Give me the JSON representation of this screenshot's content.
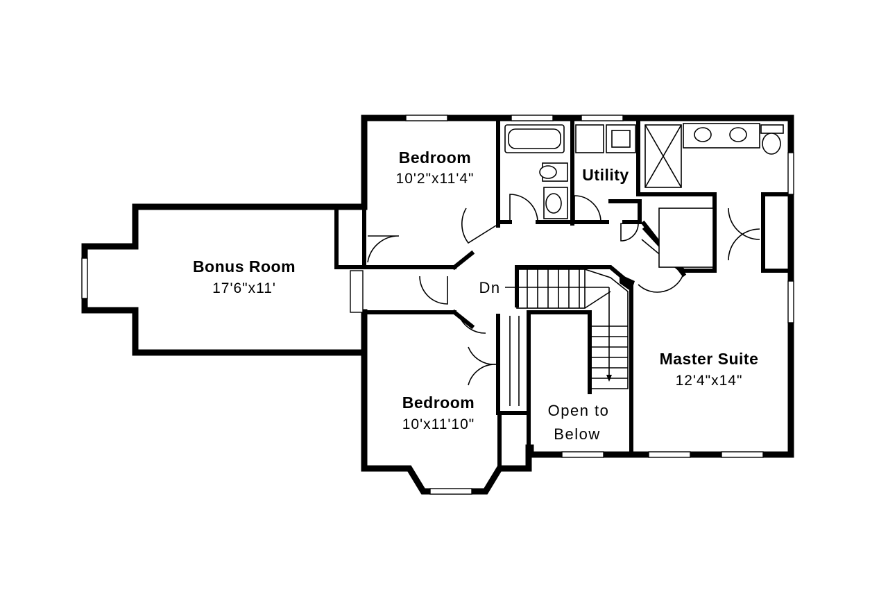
{
  "rooms": {
    "bedroom_top": {
      "name": "Bedroom",
      "size": "10'2\"x11'4\""
    },
    "utility": {
      "name": "Utility"
    },
    "bonus_room": {
      "name": "Bonus Room",
      "size": "17'6\"x11'"
    },
    "stairs": {
      "label": "Dn"
    },
    "master_suite": {
      "name": "Master Suite",
      "size": "12'4\"x14\""
    },
    "bedroom_bottom": {
      "name": "Bedroom",
      "size": "10'x11'10\""
    },
    "open_to_below": {
      "line1": "Open to",
      "line2": "Below"
    }
  }
}
